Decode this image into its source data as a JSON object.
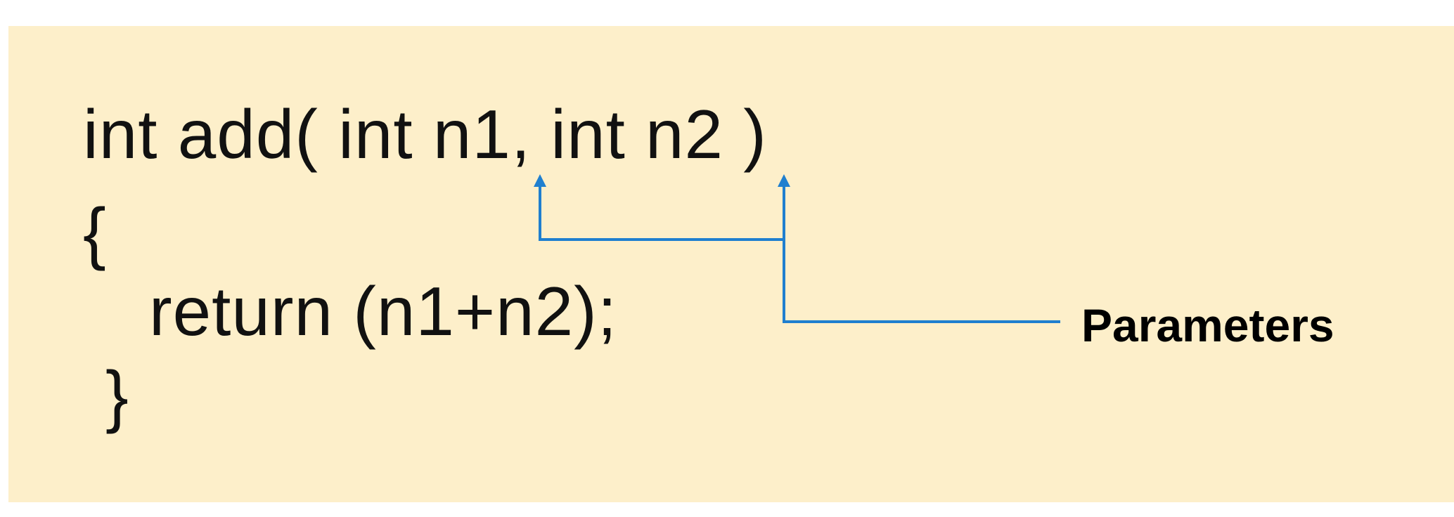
{
  "code": {
    "line1": "int add( int n1, int n2 )",
    "line2": "{",
    "line3": "return (n1+n2);",
    "line4": "}"
  },
  "annotation": {
    "label": "Parameters"
  },
  "colors": {
    "background": "#fdefca",
    "connector": "#1f7fcf",
    "text": "#111111"
  }
}
